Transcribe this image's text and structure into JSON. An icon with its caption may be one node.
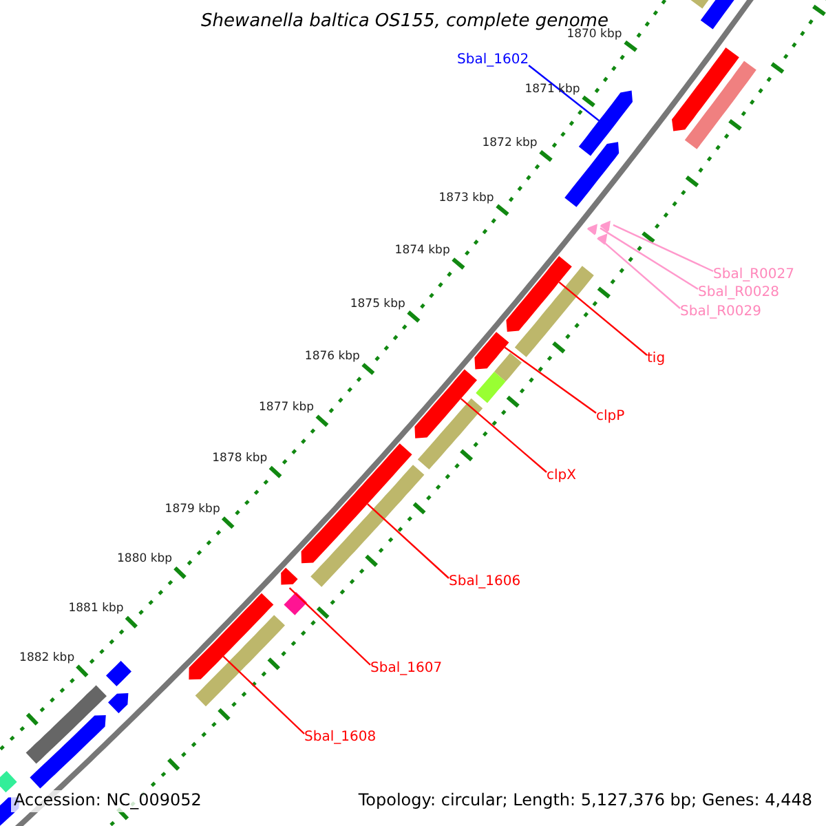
{
  "diagram": {
    "title": "Shewanella baltica OS155, complete genome",
    "nodes": [
      {
        "text": [
          "Sbal_1602"
        ]
      },
      {
        "text": [],
        "shape": "arrow"
      },
      {
        "text": [
          "Sbal_R0027"
        ]
      },
      {
        "text": [
          "Sbal_R0028"
        ]
      },
      {
        "text": [
          "Sbal_R0029"
        ]
      },
      {
        "text": [],
        "shape": "arrow"
      },
      {
        "text": [],
        "shape": "arrow"
      },
      {
        "text": [],
        "shape": "arrow"
      },
      {
        "text": [
          "tig"
        ]
      },
      {
        "text": [],
        "shape": "arrow"
      },
      {
        "text": [
          "clpP"
        ]
      },
      {
        "text": [],
        "shape": "arrow"
      },
      {
        "text": [
          "clpX"
        ]
      },
      {
        "text": [],
        "shape": "arrow"
      },
      {
        "text": [
          "Sbal_1606"
        ]
      },
      {
        "text": [],
        "shape": "arrow"
      },
      {
        "text": [
          "Sbal_1607"
        ]
      },
      {
        "text": [],
        "shape": "arrow"
      },
      {
        "text": [
          "Sbal_1608"
        ]
      },
      {
        "text": [],
        "shape": "arrow"
      },
      {
        "text": [],
        "shape": "bar"
      },
      {
        "text": [],
        "shape": "arrow"
      },
      {
        "text": [],
        "shape": "arrow"
      },
      {
        "text": [],
        "shape": "bar"
      },
      {
        "text": [],
        "shape": "arrow"
      },
      {
        "text": [],
        "shape": "bar"
      },
      {
        "text": [],
        "shape": "bar"
      },
      {
        "text": [],
        "shape": "bar"
      },
      {
        "text": [],
        "shape": "bar"
      },
      {
        "text": [],
        "shape": "bar"
      },
      {
        "text": [],
        "shape": "bar"
      },
      {
        "text": [],
        "shape": "bar"
      },
      {
        "text": [],
        "shape": "bar"
      },
      {
        "text": [],
        "shape": "arrow"
      },
      {
        "text": [],
        "shape": "bar"
      },
      {
        "text": [],
        "shape": "arrow"
      },
      {
        "text": [],
        "shape": "bar"
      },
      {
        "text": [],
        "shape": "arrow"
      }
    ],
    "edges": [
      {
        "from": 0,
        "to": 1,
        "arrow": "none",
        "color": "#0000ff"
      },
      {
        "from": 2,
        "to": 5,
        "arrow": "none",
        "color": "#ff99cc"
      },
      {
        "from": 3,
        "to": 6,
        "arrow": "none",
        "color": "#ff99cc"
      },
      {
        "from": 4,
        "to": 7,
        "arrow": "none",
        "color": "#ff99cc"
      },
      {
        "from": 8,
        "to": 9,
        "arrow": "none"
      },
      {
        "from": 10,
        "to": 11,
        "arrow": "none"
      },
      {
        "from": 12,
        "to": 13,
        "arrow": "none"
      },
      {
        "from": 14,
        "to": 15,
        "arrow": "none"
      },
      {
        "from": 16,
        "to": 17,
        "arrow": "none"
      },
      {
        "from": 18,
        "to": 19,
        "arrow": "none"
      }
    ],
    "labels": [
      "1870 kbp",
      "1871 kbp",
      "1872 kbp",
      "1873 kbp",
      "1874 kbp",
      "1875 kbp",
      "1876 kbp",
      "1877 kbp",
      "1878 kbp",
      "1879 kbp",
      "1880 kbp",
      "1881 kbp",
      "1882 kbp",
      "Accession: NC_009052",
      "Topology: circular; Length: 5,127,376 bp; Genes: 4,448"
    ]
  }
}
